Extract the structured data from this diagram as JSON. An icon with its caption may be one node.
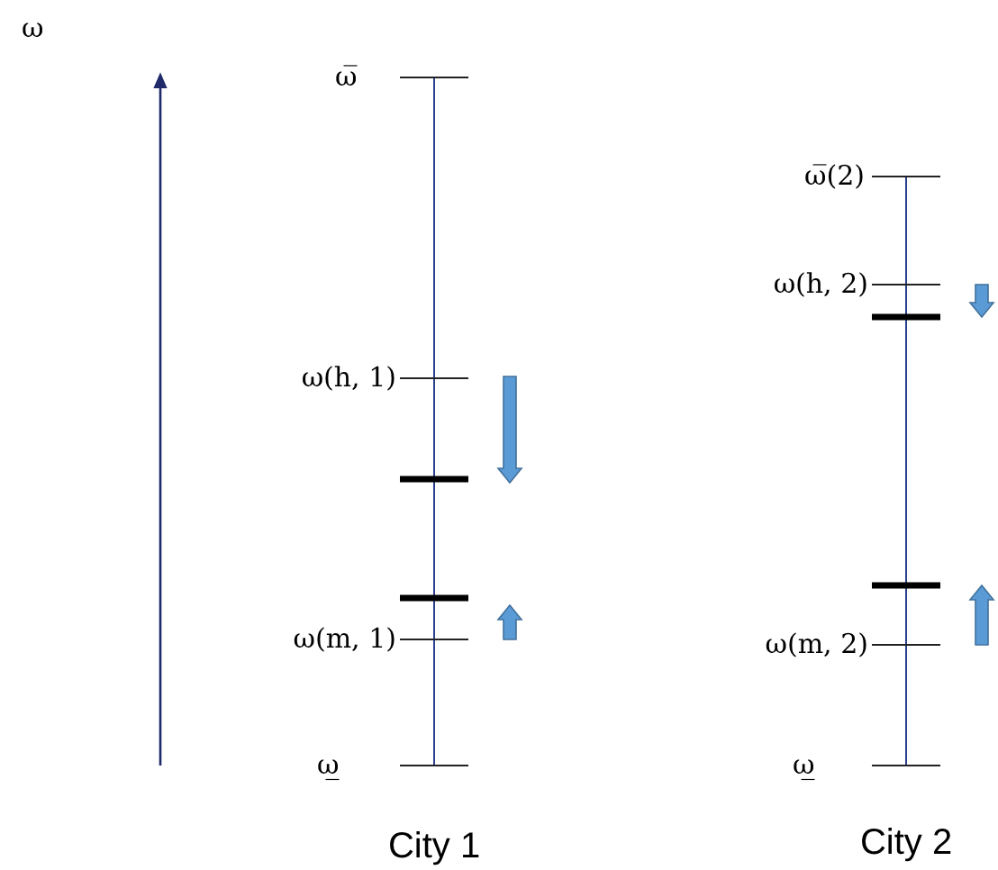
{
  "diagram": {
    "labels": [
      "ω",
      "ω̅",
      "ω(h, 1)",
      "ω(m, 1)",
      "ω̲",
      "City 1",
      "ω̅(2)",
      "ω(h, 2)",
      "ω(m, 2)",
      "ω̲",
      "City 2"
    ]
  }
}
